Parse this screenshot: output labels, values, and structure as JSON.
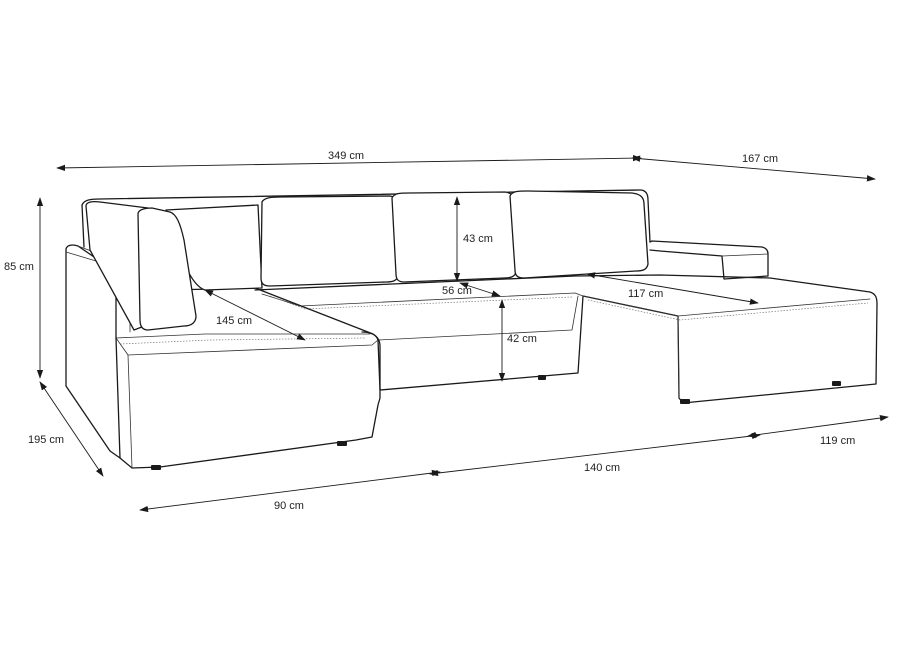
{
  "diagram": {
    "labels": {
      "total_width": "349 cm",
      "chaise_depth_right": "167 cm",
      "height": "85 cm",
      "depth_left": "195 cm",
      "seat_length_left": "145 cm",
      "backrest_height": "43 cm",
      "seat_depth": "56 cm",
      "seat_length_right": "117 cm",
      "seat_height": "42 cm",
      "left_width": "90 cm",
      "middle_width": "140 cm",
      "right_width": "119 cm"
    },
    "colors": {
      "line": "#1a1a1a",
      "background": "#ffffff"
    }
  }
}
